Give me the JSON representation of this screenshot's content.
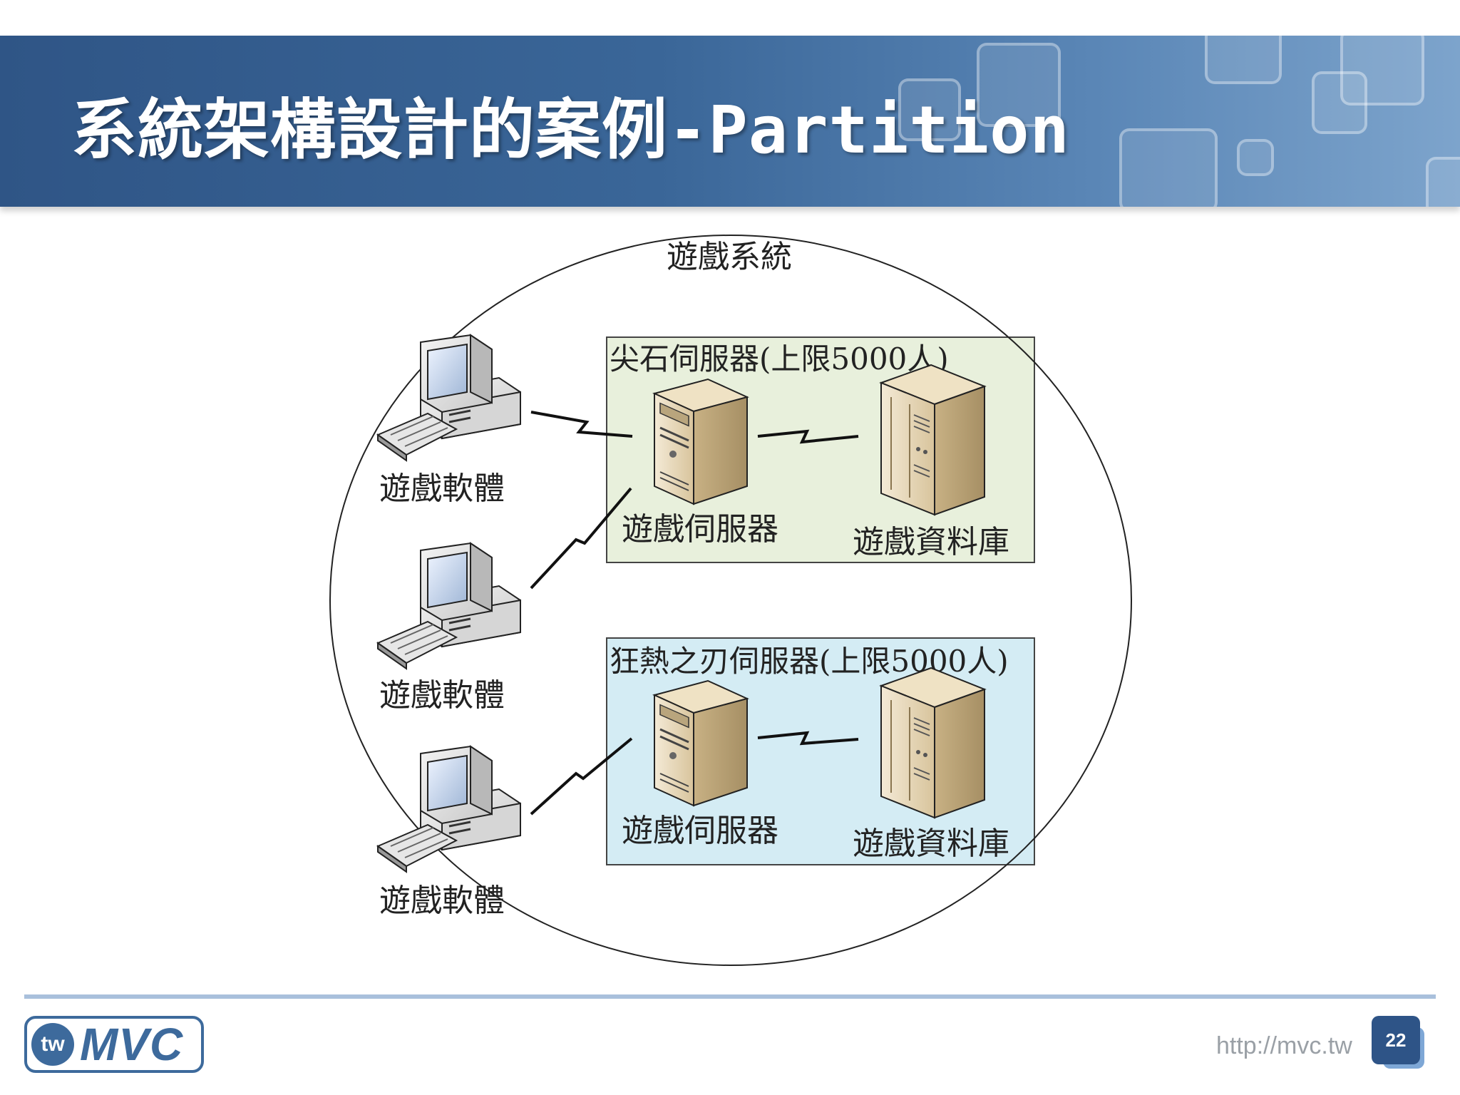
{
  "slide": {
    "title": "系統架構設計的案例-Partition",
    "page_number": "22",
    "url": "http://mvc.tw"
  },
  "logo": {
    "badge": "tw",
    "text": "MVC"
  },
  "diagram": {
    "system_label": "遊戲系統",
    "clients": [
      {
        "label": "遊戲軟體"
      },
      {
        "label": "遊戲軟體"
      },
      {
        "label": "遊戲軟體"
      }
    ],
    "partitions": [
      {
        "label": "尖石伺服器(上限5000人)",
        "color": "#e8f0dc",
        "server_label": "遊戲伺服器",
        "database_label": "遊戲資料庫"
      },
      {
        "label": "狂熱之刃伺服器(上限5000人)",
        "color": "#d4ecf4",
        "server_label": "遊戲伺服器",
        "database_label": "遊戲資料庫"
      }
    ]
  },
  "colors": {
    "banner": "#3a6698",
    "accent": "#2e5487",
    "footer_line": "#a9c0dc"
  }
}
